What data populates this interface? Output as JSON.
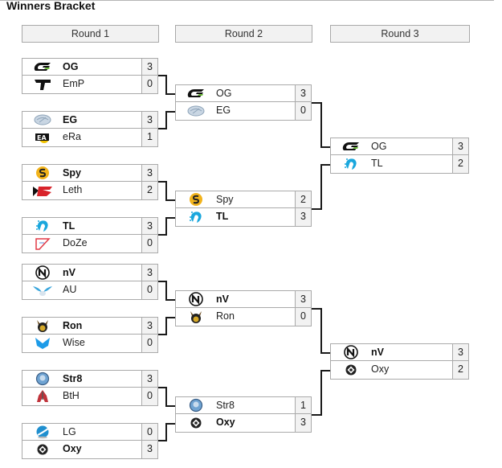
{
  "title": "Winners Bracket",
  "rounds": [
    {
      "label": "Round 1"
    },
    {
      "label": "Round 2"
    },
    {
      "label": "Round 3"
    }
  ],
  "matches": {
    "r1": [
      {
        "teams": [
          {
            "name": "OG",
            "score": "3",
            "bold": true,
            "icon": "og-logo-icon"
          },
          {
            "name": "EmP",
            "score": "0",
            "bold": false,
            "icon": "emp-logo-icon"
          }
        ]
      },
      {
        "teams": [
          {
            "name": "EG",
            "score": "3",
            "bold": true,
            "icon": "eg-logo-icon"
          },
          {
            "name": "eRa",
            "score": "1",
            "bold": false,
            "icon": "era-logo-icon"
          }
        ]
      },
      {
        "teams": [
          {
            "name": "Spy",
            "score": "3",
            "bold": true,
            "icon": "spy-logo-icon"
          },
          {
            "name": "Leth",
            "score": "2",
            "bold": false,
            "icon": "leth-logo-icon"
          }
        ]
      },
      {
        "teams": [
          {
            "name": "TL",
            "score": "3",
            "bold": true,
            "icon": "tl-logo-icon"
          },
          {
            "name": "DoZe",
            "score": "0",
            "bold": false,
            "icon": "doze-logo-icon"
          }
        ]
      },
      {
        "teams": [
          {
            "name": "nV",
            "score": "3",
            "bold": true,
            "icon": "nv-logo-icon"
          },
          {
            "name": "AU",
            "score": "0",
            "bold": false,
            "icon": "au-logo-icon"
          }
        ]
      },
      {
        "teams": [
          {
            "name": "Ron",
            "score": "3",
            "bold": true,
            "icon": "ron-logo-icon"
          },
          {
            "name": "Wise",
            "score": "0",
            "bold": false,
            "icon": "wise-logo-icon"
          }
        ]
      },
      {
        "teams": [
          {
            "name": "Str8",
            "score": "3",
            "bold": true,
            "icon": "str8-logo-icon"
          },
          {
            "name": "BtH",
            "score": "0",
            "bold": false,
            "icon": "bth-logo-icon"
          }
        ]
      },
      {
        "teams": [
          {
            "name": "LG",
            "score": "0",
            "bold": false,
            "icon": "lg-logo-icon"
          },
          {
            "name": "Oxy",
            "score": "3",
            "bold": true,
            "icon": "oxy-logo-icon"
          }
        ]
      }
    ],
    "r2": [
      {
        "teams": [
          {
            "name": "OG",
            "score": "3",
            "bold": false,
            "icon": "og-logo-icon"
          },
          {
            "name": "EG",
            "score": "0",
            "bold": false,
            "icon": "eg-logo-icon"
          }
        ]
      },
      {
        "teams": [
          {
            "name": "Spy",
            "score": "2",
            "bold": false,
            "icon": "spy-logo-icon"
          },
          {
            "name": "TL",
            "score": "3",
            "bold": true,
            "icon": "tl-logo-icon"
          }
        ]
      },
      {
        "teams": [
          {
            "name": "nV",
            "score": "3",
            "bold": true,
            "icon": "nv-logo-icon"
          },
          {
            "name": "Ron",
            "score": "0",
            "bold": false,
            "icon": "ron-logo-icon"
          }
        ]
      },
      {
        "teams": [
          {
            "name": "Str8",
            "score": "1",
            "bold": false,
            "icon": "str8-logo-icon"
          },
          {
            "name": "Oxy",
            "score": "3",
            "bold": true,
            "icon": "oxy-logo-icon"
          }
        ]
      }
    ],
    "r3": [
      {
        "teams": [
          {
            "name": "OG",
            "score": "3",
            "bold": false,
            "icon": "og-logo-icon"
          },
          {
            "name": "TL",
            "score": "2",
            "bold": false,
            "icon": "tl-logo-icon"
          }
        ]
      },
      {
        "teams": [
          {
            "name": "nV",
            "score": "3",
            "bold": true,
            "icon": "nv-logo-icon"
          },
          {
            "name": "Oxy",
            "score": "2",
            "bold": false,
            "icon": "oxy-logo-icon"
          }
        ]
      }
    ]
  }
}
